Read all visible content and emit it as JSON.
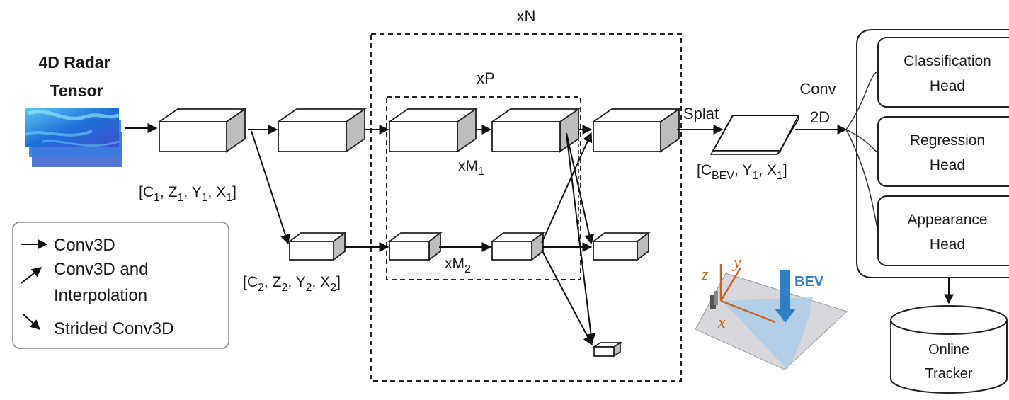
{
  "input": {
    "title_line1": "4D Radar",
    "title_line2": "Tensor"
  },
  "dims": {
    "level1": {
      "open": "[C",
      "s1": "1",
      "z": ", Z",
      "s2": "1",
      "y": ", Y",
      "s3": "1",
      "x": ", X",
      "s4": "1",
      "close": "]"
    },
    "level2": {
      "open": "[C",
      "s1": "2",
      "z": ", Z",
      "s2": "2",
      "y": ", Y",
      "s3": "2",
      "x": ", X",
      "s4": "2",
      "close": "]"
    },
    "bev": {
      "open": "[C",
      "s1": "BEV",
      "y": ", Y",
      "s2": "1",
      "x": ", X",
      "s3": "1",
      "close": "]"
    }
  },
  "repeat": {
    "N": "xN",
    "P": "xP",
    "M1": {
      "main": "xM",
      "sub": "1"
    },
    "M2": {
      "main": "xM",
      "sub": "2"
    }
  },
  "splat": "Splat",
  "conv2d": {
    "line1": "Conv",
    "line2": "2D"
  },
  "legend": {
    "conv3d": "Conv3D",
    "interp_line1": "Conv3D and",
    "interp_line2": "Interpolation",
    "strided": "Strided Conv3D"
  },
  "heads": [
    {
      "line1": "Classification",
      "line2": "Head"
    },
    {
      "line1": "Regression",
      "line2": "Head"
    },
    {
      "line1": "Appearance",
      "line2": "Head"
    }
  ],
  "tracker": {
    "line1": "Online",
    "line2": "Tracker"
  },
  "axes": {
    "z": "z",
    "y": "y",
    "x": "x",
    "bev": "BEV"
  },
  "colors": {
    "axis_orange": "#c8641e",
    "bev_blue": "#2f7fc4",
    "plane_gray": "#d8d8dc",
    "cone_blue": "#a9cdea"
  }
}
